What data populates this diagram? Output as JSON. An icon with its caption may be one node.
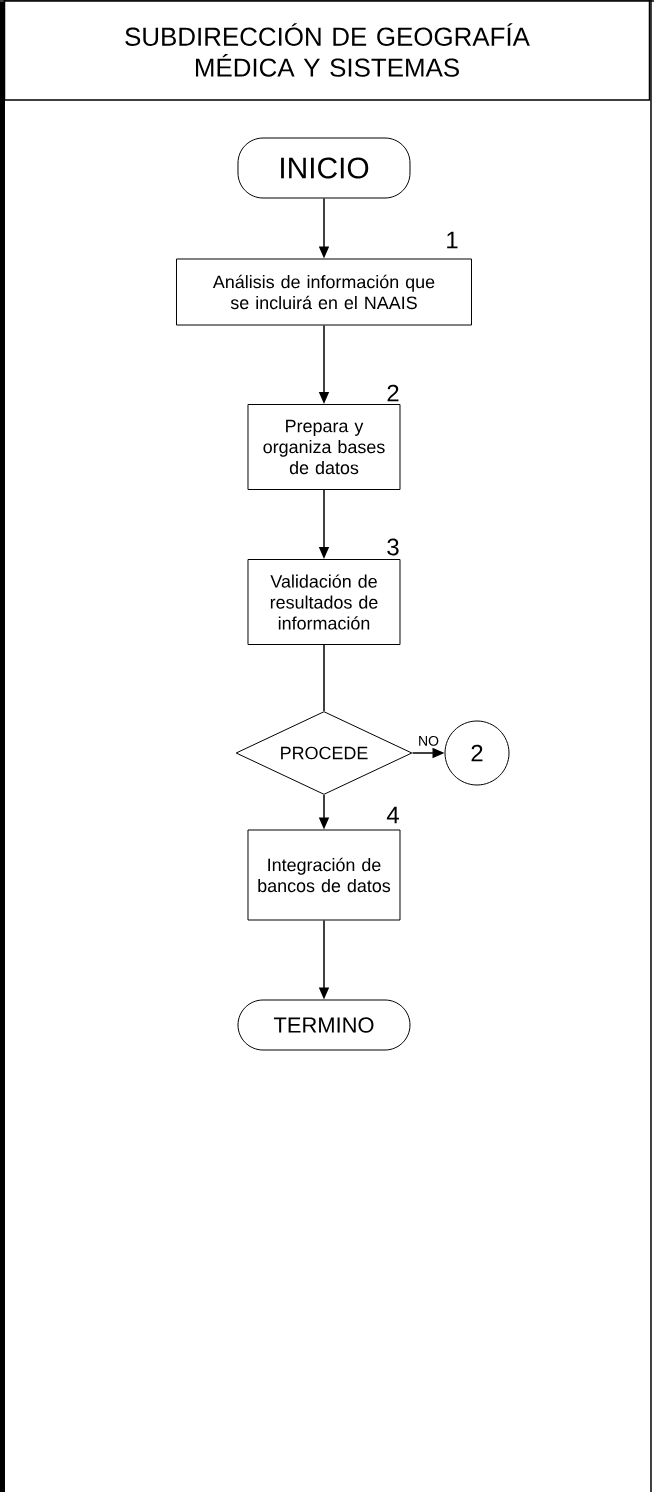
{
  "diagram": {
    "nodes": [
      {
        "text": [
          "SUBDIRECCIÓN DE GEOGRAFÍA MÉDICA Y SISTEMAS"
        ]
      },
      {
        "text": [
          "INICIO"
        ]
      },
      {
        "text": [
          "Análisis de información que se incluirá en el NAAIS"
        ],
        "beside": [
          "1"
        ]
      },
      {
        "text": [
          "Prepara y organiza bases de datos"
        ],
        "beside": [
          "2"
        ]
      },
      {
        "text": [
          "Validación de resultados de información"
        ],
        "beside": [
          "3"
        ]
      },
      {
        "text": [
          "PROCEDE"
        ]
      },
      {
        "text": [
          "2"
        ]
      },
      {
        "text": [
          "Integración de bancos de datos"
        ],
        "beside": [
          "4"
        ]
      },
      {
        "text": [
          "TERMINO"
        ]
      }
    ],
    "edges": [
      {
        "from": 1,
        "to": 2,
        "arrow": "to"
      },
      {
        "from": 2,
        "to": 3,
        "arrow": "to"
      },
      {
        "from": 3,
        "to": 4,
        "arrow": "to"
      },
      {
        "from": 4,
        "to": 5,
        "arrow": "none"
      },
      {
        "from": 5,
        "to": 6,
        "arrow": "to",
        "label": "NO"
      },
      {
        "from": 5,
        "to": 7,
        "arrow": "to"
      },
      {
        "from": 7,
        "to": 8,
        "arrow": "to"
      }
    ]
  }
}
